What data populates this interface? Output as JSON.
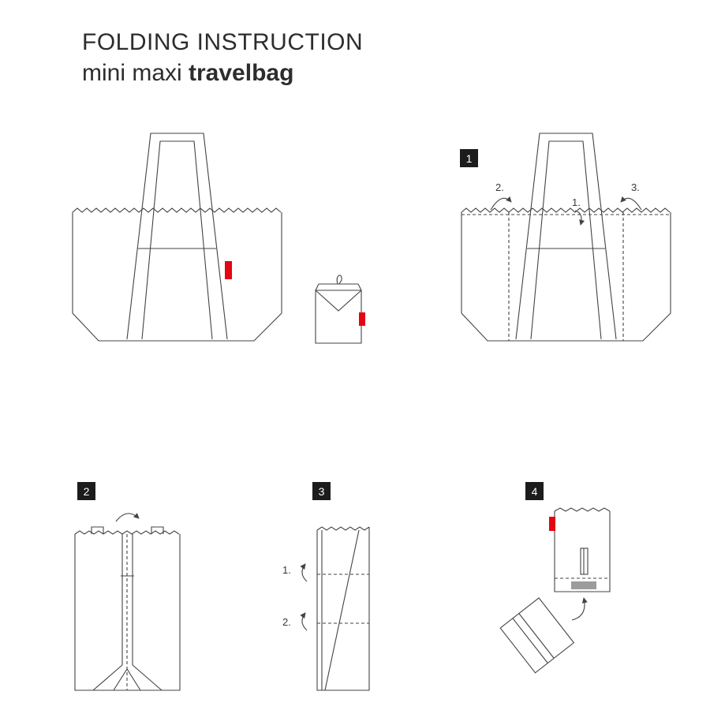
{
  "header": {
    "title": "FOLDING INSTRUCTION",
    "subtitle_regular": "mini maxi ",
    "subtitle_bold": "travelbag"
  },
  "colors": {
    "line": "#434343",
    "accent_red": "#e30613",
    "badge_bg": "#1c1c1c",
    "badge_text": "#ffffff",
    "grey_fill": "#9c9c9c"
  },
  "steps": [
    {
      "badge": "1",
      "labels": {
        "left_fold": "2.",
        "top_fold": "1.",
        "right_fold": "3."
      }
    },
    {
      "badge": "2"
    },
    {
      "badge": "3",
      "labels": {
        "first_fold": "1.",
        "second_fold": "2."
      }
    },
    {
      "badge": "4"
    }
  ]
}
